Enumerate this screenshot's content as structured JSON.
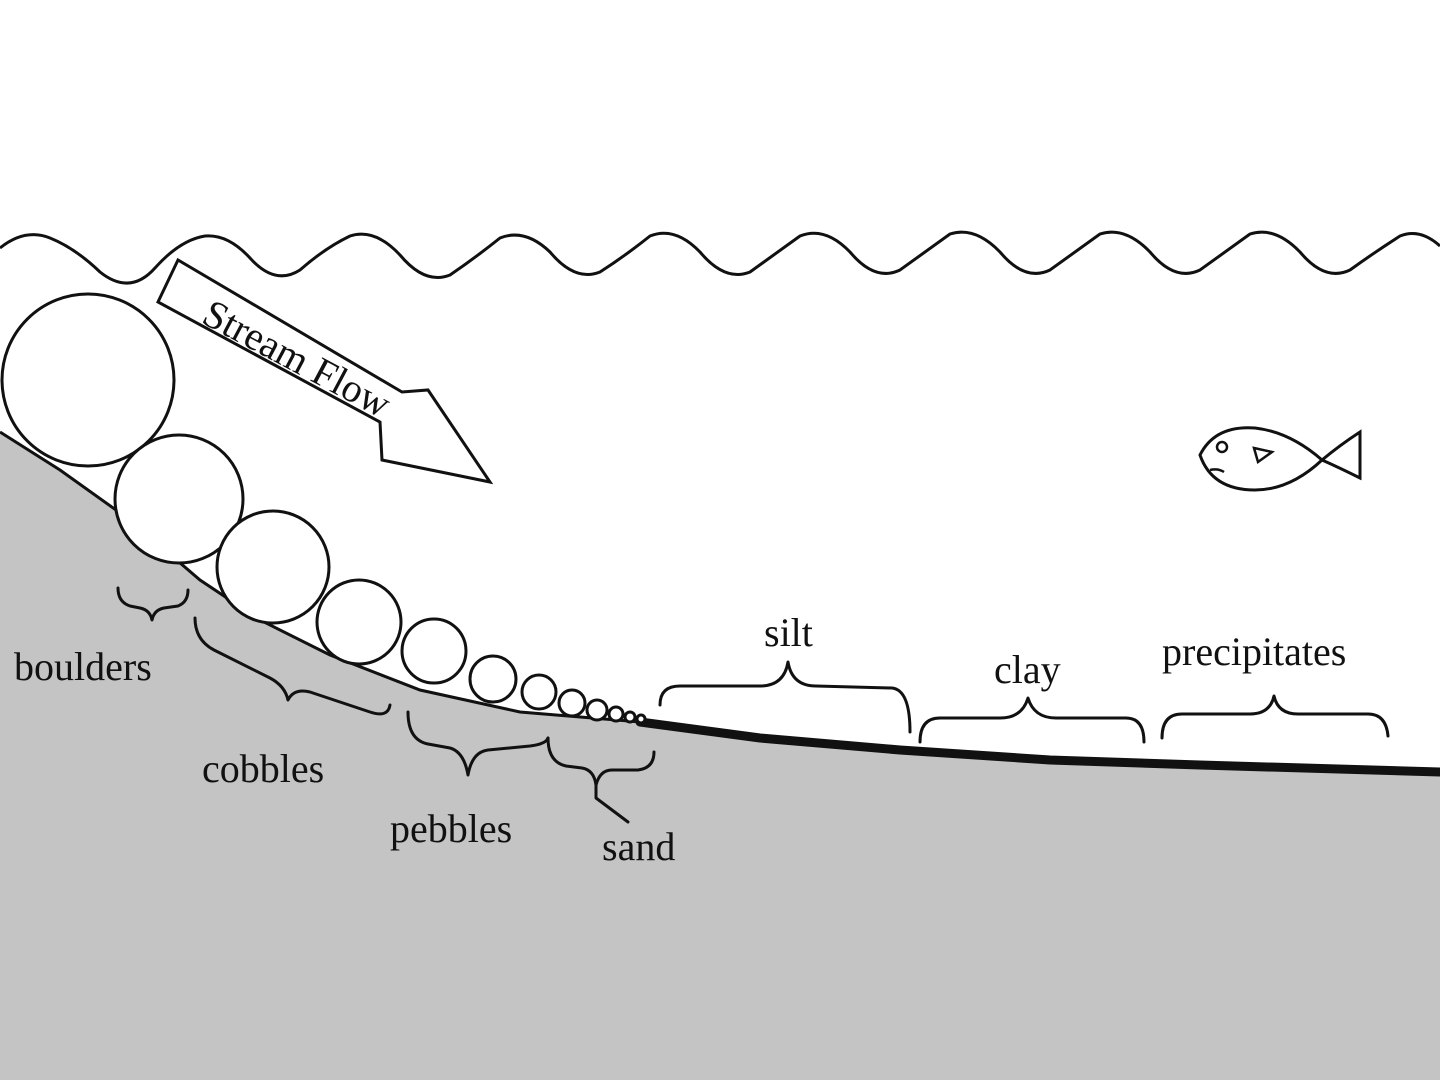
{
  "colors": {
    "background": "#ffffff",
    "bed": "#c4c4c4",
    "line": "#111111"
  },
  "arrow": {
    "label": "Stream Flow",
    "icon": "arrow-icon"
  },
  "labels": {
    "boulders": "boulders",
    "cobbles": "cobbles",
    "pebbles": "pebbles",
    "sand": "sand",
    "silt": "silt",
    "clay": "clay",
    "precipitates": "precipitates"
  },
  "icons": {
    "fish": "fish-icon",
    "water_surface": "water-surface-wave-icon"
  }
}
